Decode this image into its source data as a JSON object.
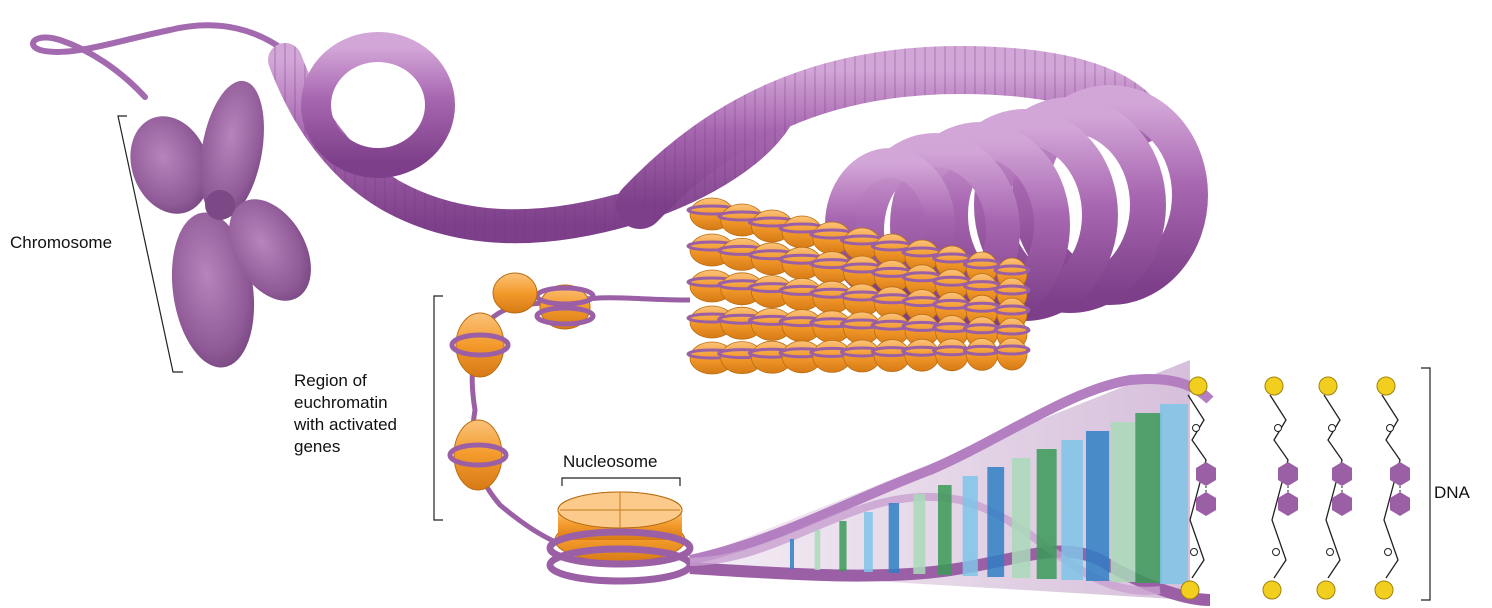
{
  "labels": {
    "chromosome": "Chromosome",
    "euchromatin_lines": [
      "Region of",
      "euchromatin",
      "with activated",
      "genes"
    ],
    "nucleosome": "Nucleosome",
    "dna": "DNA"
  },
  "colors": {
    "chromatin_purple": "#9b5fa5",
    "histone_orange": "#f39a2b",
    "phosphate_yellow": "#f2cf1f",
    "base_blue": "#2f7fc4",
    "base_green": "#3a9a57",
    "base_lightblue": "#7fc4e8",
    "base_palegreen": "#a9dbb8"
  }
}
